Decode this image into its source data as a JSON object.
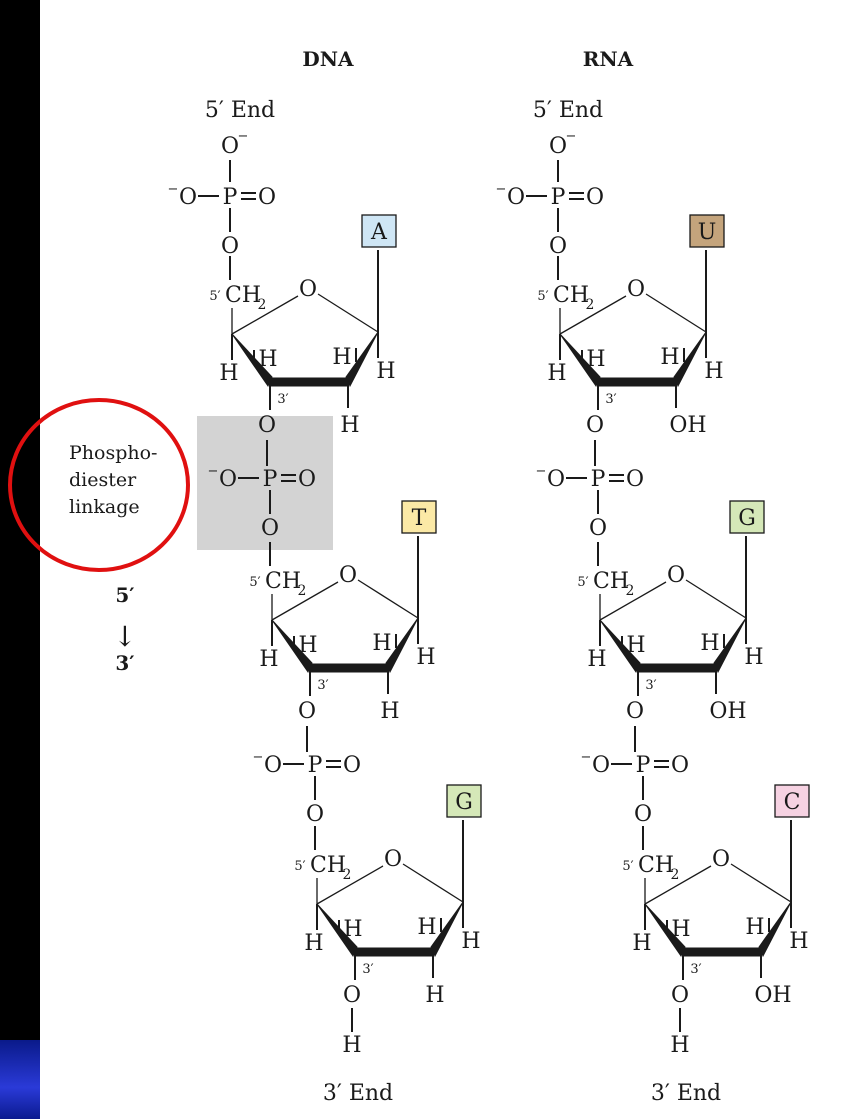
{
  "titles": {
    "dna": "DNA",
    "rna": "RNA"
  },
  "ends": {
    "five_prime": "5′ End",
    "three_prime": "3′ End"
  },
  "atoms": {
    "oxygen": "O",
    "oxygen_anion": "O",
    "minus": "−",
    "phosphorus": "P",
    "hydrogen": "H",
    "hydroxyl": "OH",
    "ch2_ch": "CH",
    "ch2_sub": "2",
    "five_prime_mark": "5′",
    "three_prime_mark": "3′"
  },
  "linkage": {
    "label_line1": "Phospho-",
    "label_line2": "diester",
    "label_line3": "linkage"
  },
  "direction": {
    "from": "5′",
    "to": "3′",
    "arrow": "↓"
  },
  "dna_bases": [
    "A",
    "T",
    "G"
  ],
  "rna_bases": [
    "U",
    "G",
    "C"
  ],
  "colors": {
    "A": "#cfe6f5",
    "T": "#fbe9a6",
    "G": "#d5e8b8",
    "U": "#c4a47c",
    "C": "#f6d2e2",
    "highlight_box": "#d3d3d3",
    "annotation_circle": "#e01010",
    "slide_accent": "#1f2fd0"
  }
}
